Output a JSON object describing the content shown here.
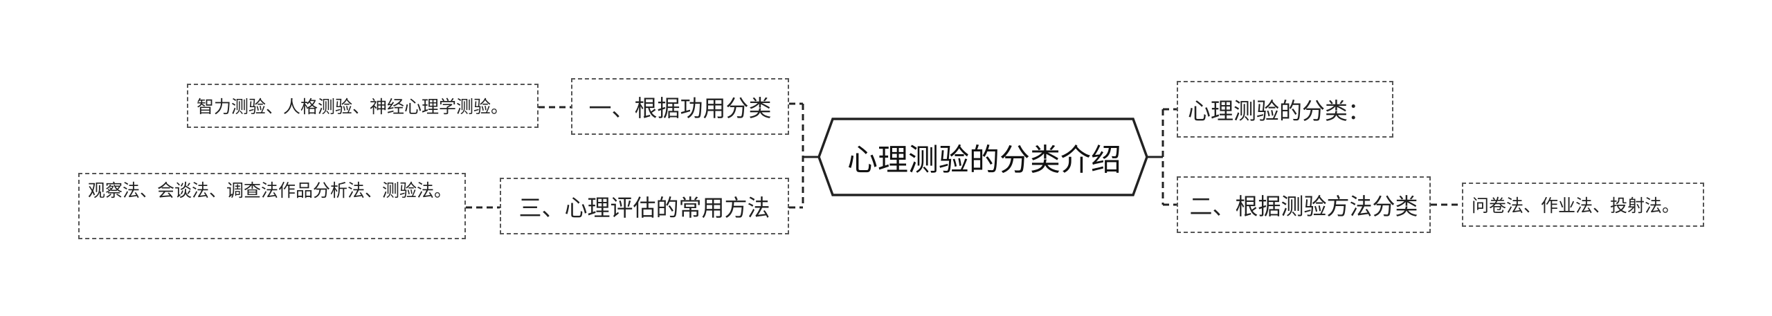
{
  "root": {
    "label": "心理测验的分类介绍"
  },
  "left_branches": [
    {
      "label": "一、根据功用分类",
      "child": {
        "label": "智力测验、人格测验、神经心理学测验。"
      }
    },
    {
      "label": "三、心理评估的常用方法",
      "child": {
        "label": "观察法、会谈法、调查法作品分析法、测验法。"
      }
    }
  ],
  "right_branches": [
    {
      "label": "心理测验的分类："
    },
    {
      "label": "二、根据测验方法分类",
      "child": {
        "label": "问卷法、作业法、投射法。"
      }
    }
  ],
  "colors": {
    "line": "#222222",
    "dashed_border": "#555555",
    "background": "#ffffff"
  }
}
